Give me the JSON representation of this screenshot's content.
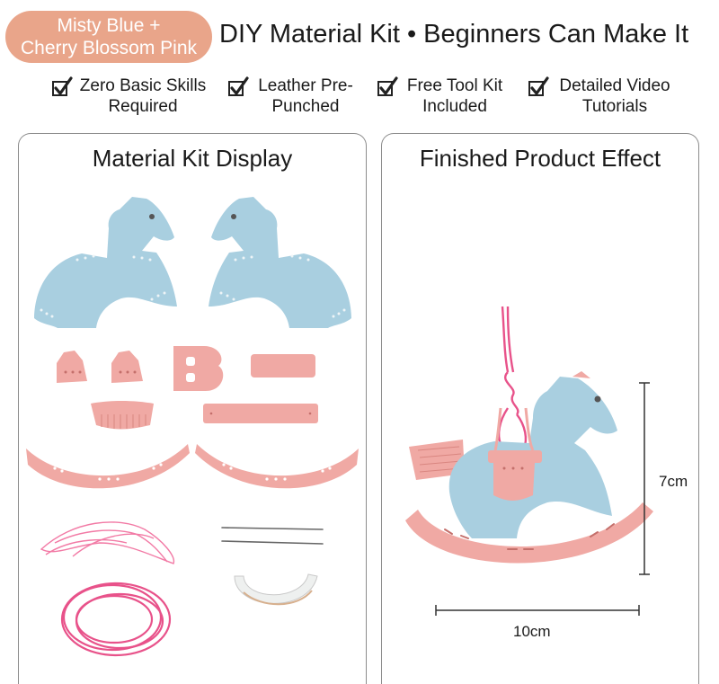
{
  "badge": {
    "line1": "Misty Blue +",
    "line2": "Cherry Blossom Pink"
  },
  "headline": "DIY Material Kit • Beginners Can Make It",
  "features": [
    {
      "line1": "Zero Basic Skills",
      "line2": "Required"
    },
    {
      "line1": "Leather Pre-",
      "line2": "Punched"
    },
    {
      "line1": "Free Tool Kit",
      "line2": "Included"
    },
    {
      "line1": "Detailed Video",
      "line2": "Tutorials"
    }
  ],
  "panels": {
    "left_title": "Material Kit Display",
    "right_title": "Finished Product Effect"
  },
  "dimensions": {
    "height": "7cm",
    "width": "10cm"
  },
  "colors": {
    "badge": "#e9a58a",
    "misty_blue": "#a9cfe0",
    "cherry_pink": "#f0a9a4",
    "cord_pink": "#e8528a"
  },
  "icons": {
    "feature_check": "checkbox-check-icon"
  }
}
